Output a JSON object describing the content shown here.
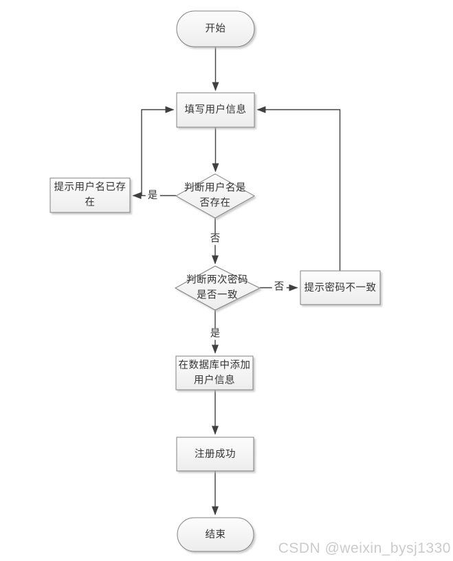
{
  "diagram": {
    "type": "flowchart",
    "title_implied": "用户注册流程",
    "nodes": [
      {
        "id": "start",
        "shape": "terminator",
        "label": "开始",
        "lines": [
          "开始"
        ]
      },
      {
        "id": "fill-user-info",
        "shape": "process",
        "label": "填写用户信息",
        "lines": [
          "填写用户信息"
        ]
      },
      {
        "id": "check-username-exists",
        "shape": "decision",
        "label": "判断用户名是否存在",
        "lines": [
          "判断用户名是",
          "否存在"
        ]
      },
      {
        "id": "prompt-username-exists",
        "shape": "process",
        "label": "提示用户名已存在",
        "lines": [
          "提示用户名已存",
          "在"
        ]
      },
      {
        "id": "check-passwords-match",
        "shape": "decision",
        "label": "判断两次密码是否一致",
        "lines": [
          "判断两次密码",
          "是否一致"
        ]
      },
      {
        "id": "prompt-password-mismatch",
        "shape": "process",
        "label": "提示密码不一致",
        "lines": [
          "提示密码不一致"
        ]
      },
      {
        "id": "add-user-to-db",
        "shape": "process",
        "label": "在数据库中添加用户信息",
        "lines": [
          "在数据库中添加",
          "用户信息"
        ]
      },
      {
        "id": "register-success",
        "shape": "process",
        "label": "注册成功",
        "lines": [
          "注册成功"
        ]
      },
      {
        "id": "end",
        "shape": "terminator",
        "label": "结束",
        "lines": [
          "结束"
        ]
      }
    ],
    "edges": [
      {
        "from": "start",
        "to": "fill-user-info",
        "label": ""
      },
      {
        "from": "fill-user-info",
        "to": "check-username-exists",
        "label": ""
      },
      {
        "from": "check-username-exists",
        "to": "prompt-username-exists",
        "label": "是"
      },
      {
        "from": "prompt-username-exists",
        "to": "fill-user-info",
        "label": ""
      },
      {
        "from": "check-username-exists",
        "to": "check-passwords-match",
        "label": "否"
      },
      {
        "from": "check-passwords-match",
        "to": "prompt-password-mismatch",
        "label": "否"
      },
      {
        "from": "prompt-password-mismatch",
        "to": "fill-user-info",
        "label": ""
      },
      {
        "from": "check-passwords-match",
        "to": "add-user-to-db",
        "label": "是"
      },
      {
        "from": "add-user-to-db",
        "to": "register-success",
        "label": ""
      },
      {
        "from": "register-success",
        "to": "end",
        "label": ""
      }
    ],
    "colors": {
      "shape_stroke": "#808080",
      "shape_fill_top": "#fcfcfc",
      "shape_fill_bottom": "#ededed",
      "connector": "#404040",
      "text": "#333333",
      "shadow": "#b8b8b8",
      "watermark": "#cbcbcb",
      "background": "#ffffff"
    }
  },
  "watermark": {
    "text": "CSDN @weixin_bysj1330"
  }
}
